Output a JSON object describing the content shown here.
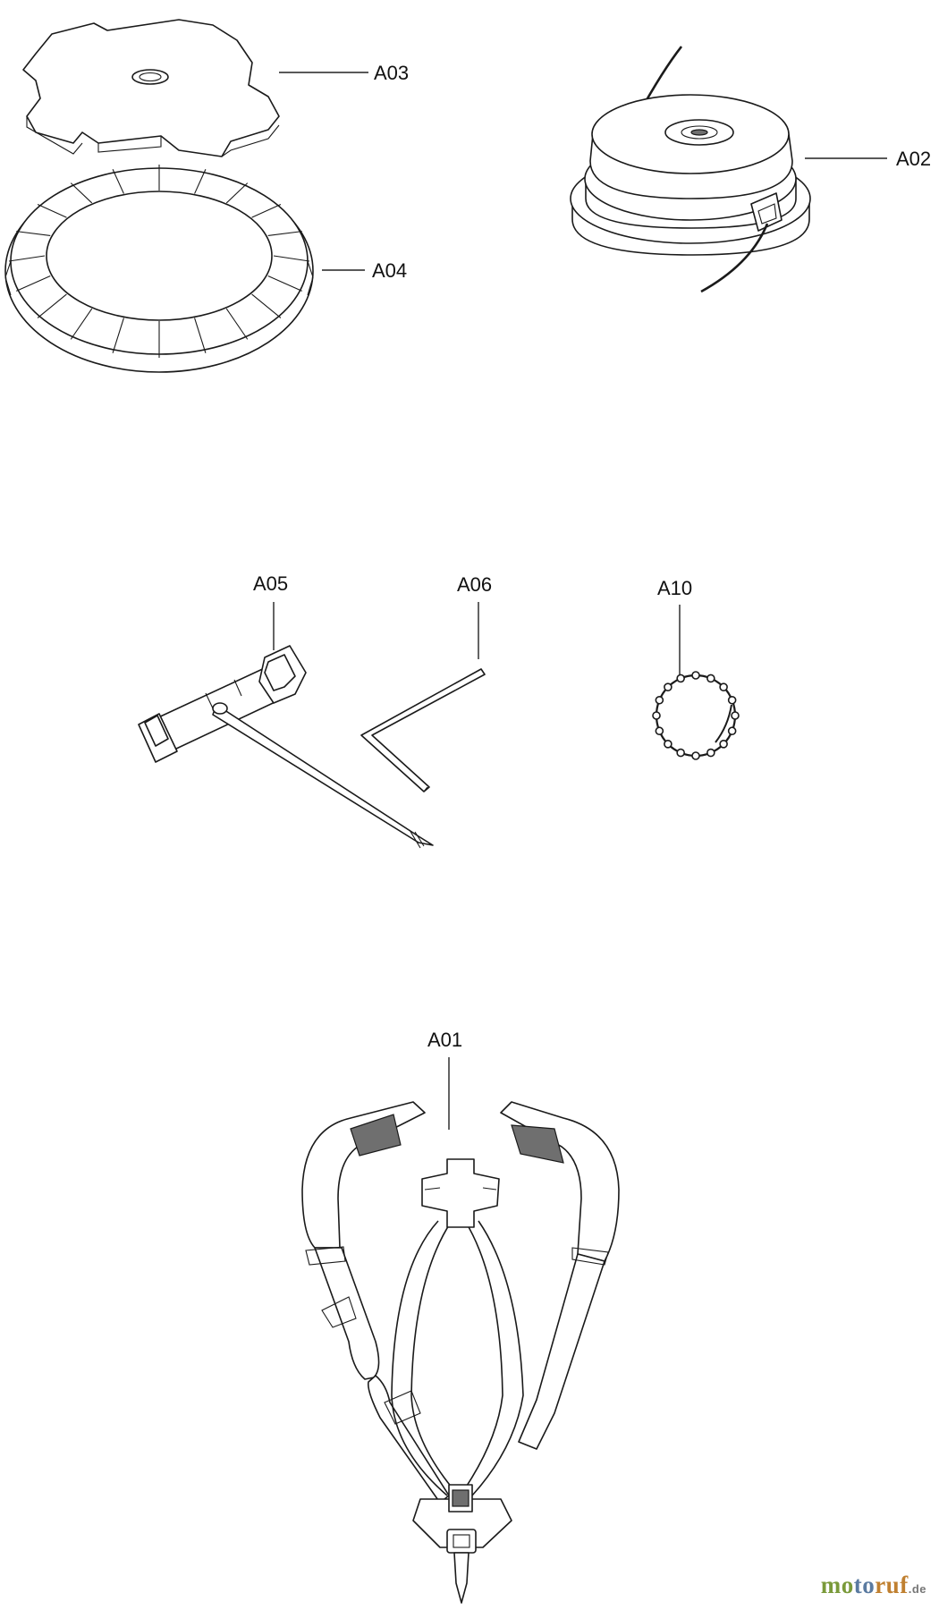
{
  "parts": {
    "A01": "A01",
    "A02": "A02",
    "A03": "A03",
    "A04": "A04",
    "A05": "A05",
    "A06": "A06",
    "A10": "A10"
  },
  "watermark": {
    "part1": "mo",
    "part2": "to",
    "part3": "ruf",
    "tld": ".de"
  }
}
